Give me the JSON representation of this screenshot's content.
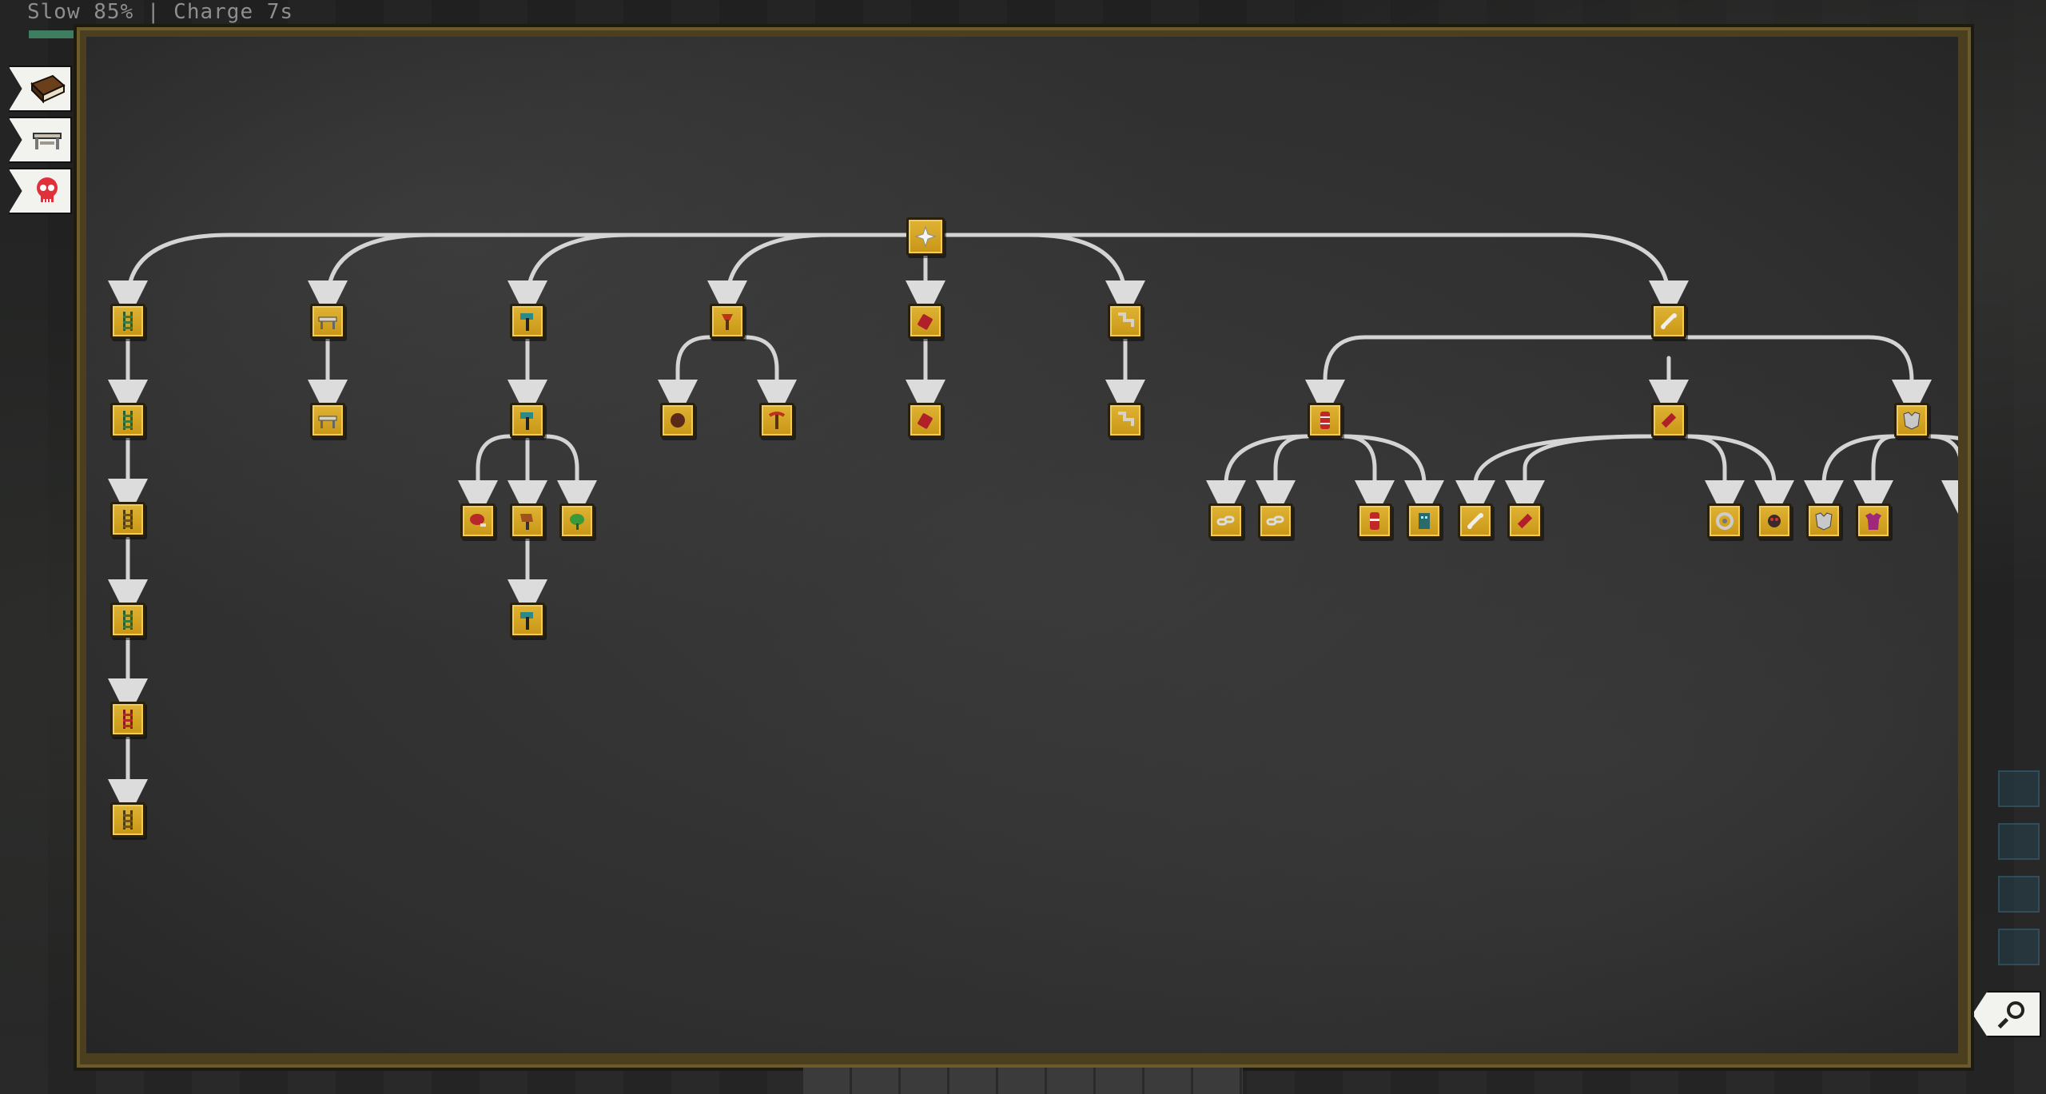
{
  "hud": {
    "status_text": "Slow 85% | Charge 7s"
  },
  "side_tabs": [
    {
      "name": "tab-book",
      "icon": "book-icon"
    },
    {
      "name": "tab-bench",
      "icon": "bench-icon"
    },
    {
      "name": "tab-skull",
      "icon": "skull-icon"
    }
  ],
  "search_tab": {
    "icon": "magnifier-icon"
  },
  "colors": {
    "node_fill": "#d9a826",
    "node_border": "#2a2008",
    "link": "#d8d8d8",
    "board": "#303030",
    "frame": "#4b3f1f"
  },
  "tree": {
    "root": {
      "icon": "star-icon"
    },
    "branches": [
      {
        "id": "ladder",
        "icons": [
          "ladder-icon",
          "ladder-icon",
          "ladder-icon",
          "ladder-icon",
          "ladder-red-icon",
          "ladder-icon"
        ]
      },
      {
        "id": "bench",
        "icons": [
          "bench-icon",
          "bench-icon"
        ]
      },
      {
        "id": "axe",
        "icons": [
          "hammer-icon",
          "hammer-icon",
          "meat-icon",
          "cleaver-icon",
          "leaf-icon",
          "hammer-icon"
        ]
      },
      {
        "id": "tool",
        "icons": [
          "tool-red-icon",
          "boulder-icon",
          "pickaxe-icon"
        ]
      },
      {
        "id": "dynamite",
        "icons": [
          "dynamite-icon",
          "dynamite-icon"
        ]
      },
      {
        "id": "pipe",
        "icons": [
          "pipe-icon",
          "pipe-icon"
        ]
      },
      {
        "id": "bone",
        "icons": [
          "bone-icon",
          "barrel-icon",
          "plank-icon",
          "armor-icon",
          "chain-icon",
          "chain-icon",
          "can-icon",
          "golem-icon",
          "bone-icon",
          "plank-icon",
          "spool-icon",
          "spider-icon",
          "armor-icon",
          "shirt-icon",
          "jar-icon",
          "web-icon"
        ]
      }
    ]
  }
}
